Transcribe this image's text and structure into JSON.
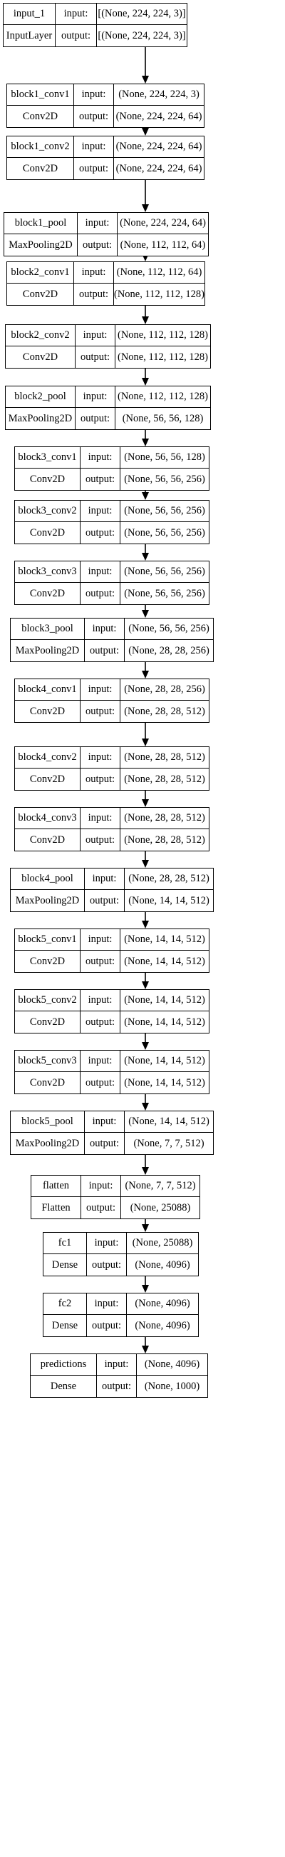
{
  "diagram": {
    "type": "keras-model-plot",
    "io_labels": {
      "input": "input:",
      "output": "output:"
    },
    "layers": [
      {
        "name": "input_1",
        "type": "InputLayer",
        "input": "[(None, 224, 224, 3)]",
        "output": "[(None, 224, 224, 3)]"
      },
      {
        "name": "block1_conv1",
        "type": "Conv2D",
        "input": "(None, 224, 224, 3)",
        "output": "(None, 224, 224, 64)"
      },
      {
        "name": "block1_conv2",
        "type": "Conv2D",
        "input": "(None, 224, 224, 64)",
        "output": "(None, 224, 224, 64)"
      },
      {
        "name": "block1_pool",
        "type": "MaxPooling2D",
        "input": "(None, 224, 224, 64)",
        "output": "(None, 112, 112, 64)"
      },
      {
        "name": "block2_conv1",
        "type": "Conv2D",
        "input": "(None, 112, 112, 64)",
        "output": "(None, 112, 112, 128)"
      },
      {
        "name": "block2_conv2",
        "type": "Conv2D",
        "input": "(None, 112, 112, 128)",
        "output": "(None, 112, 112, 128)"
      },
      {
        "name": "block2_pool",
        "type": "MaxPooling2D",
        "input": "(None, 112, 112, 128)",
        "output": "(None, 56, 56, 128)"
      },
      {
        "name": "block3_conv1",
        "type": "Conv2D",
        "input": "(None, 56, 56, 128)",
        "output": "(None, 56, 56, 256)"
      },
      {
        "name": "block3_conv2",
        "type": "Conv2D",
        "input": "(None, 56, 56, 256)",
        "output": "(None, 56, 56, 256)"
      },
      {
        "name": "block3_conv3",
        "type": "Conv2D",
        "input": "(None, 56, 56, 256)",
        "output": "(None, 56, 56, 256)"
      },
      {
        "name": "block3_pool",
        "type": "MaxPooling2D",
        "input": "(None, 56, 56, 256)",
        "output": "(None, 28, 28, 256)"
      },
      {
        "name": "block4_conv1",
        "type": "Conv2D",
        "input": "(None, 28, 28, 256)",
        "output": "(None, 28, 28, 512)"
      },
      {
        "name": "block4_conv2",
        "type": "Conv2D",
        "input": "(None, 28, 28, 512)",
        "output": "(None, 28, 28, 512)"
      },
      {
        "name": "block4_conv3",
        "type": "Conv2D",
        "input": "(None, 28, 28, 512)",
        "output": "(None, 28, 28, 512)"
      },
      {
        "name": "block4_pool",
        "type": "MaxPooling2D",
        "input": "(None, 28, 28, 512)",
        "output": "(None, 14, 14, 512)"
      },
      {
        "name": "block5_conv1",
        "type": "Conv2D",
        "input": "(None, 14, 14, 512)",
        "output": "(None, 14, 14, 512)"
      },
      {
        "name": "block5_conv2",
        "type": "Conv2D",
        "input": "(None, 14, 14, 512)",
        "output": "(None, 14, 14, 512)"
      },
      {
        "name": "block5_conv3",
        "type": "Conv2D",
        "input": "(None, 14, 14, 512)",
        "output": "(None, 14, 14, 512)"
      },
      {
        "name": "block5_pool",
        "type": "MaxPooling2D",
        "input": "(None, 14, 14, 512)",
        "output": "(None, 7, 7, 512)"
      },
      {
        "name": "flatten",
        "type": "Flatten",
        "input": "(None, 7, 7, 512)",
        "output": "(None, 25088)"
      },
      {
        "name": "fc1",
        "type": "Dense",
        "input": "(None, 25088)",
        "output": "(None, 4096)"
      },
      {
        "name": "fc2",
        "type": "Dense",
        "input": "(None, 4096)",
        "output": "(None, 4096)"
      },
      {
        "name": "predictions",
        "type": "Dense",
        "input": "(None, 4096)",
        "output": "(None, 1000)"
      }
    ]
  }
}
